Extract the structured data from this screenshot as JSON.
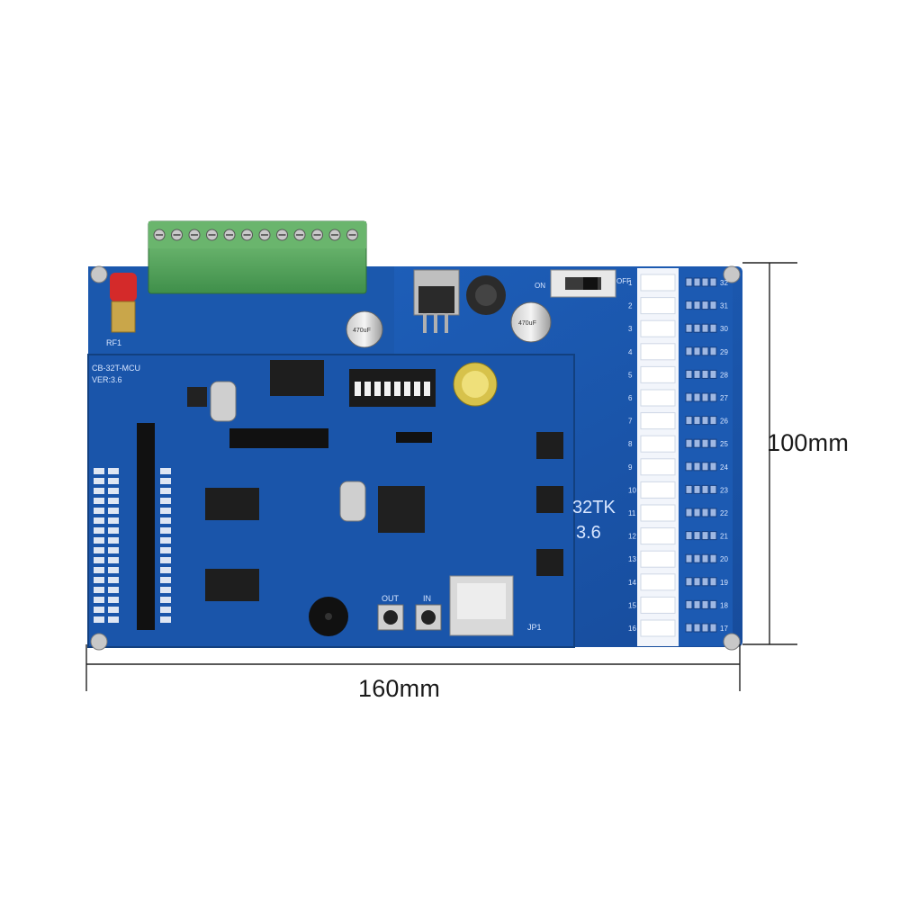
{
  "photo": {
    "dimensions": {
      "width": "160mm",
      "height": "100mm"
    },
    "board": {
      "model": "CB-32T-MCU",
      "version": "VER:3.6",
      "big_marking_line1": "32TK",
      "big_marking_line2": "3.6",
      "antenna_label": "RF1",
      "button_out": "OUT",
      "button_in": "IN",
      "switch_off": "OFF",
      "switch_on": "ON",
      "cap_left": "470uF",
      "cap_right": "470uF",
      "led_group_label": "JP1",
      "left_channel_numbers": [
        "1",
        "2",
        "3",
        "4",
        "5",
        "6",
        "7",
        "8",
        "9",
        "10",
        "11",
        "12",
        "13",
        "14",
        "15",
        "16"
      ],
      "right_channel_numbers": [
        "32",
        "31",
        "30",
        "29",
        "28",
        "27",
        "26",
        "25",
        "24",
        "23",
        "22",
        "21",
        "20",
        "19",
        "18",
        "17"
      ]
    },
    "colors": {
      "pcb": "#1d5bb4",
      "terminal": "#5fb062",
      "antenna": "#d42a2a",
      "background": "#ffffff"
    }
  }
}
